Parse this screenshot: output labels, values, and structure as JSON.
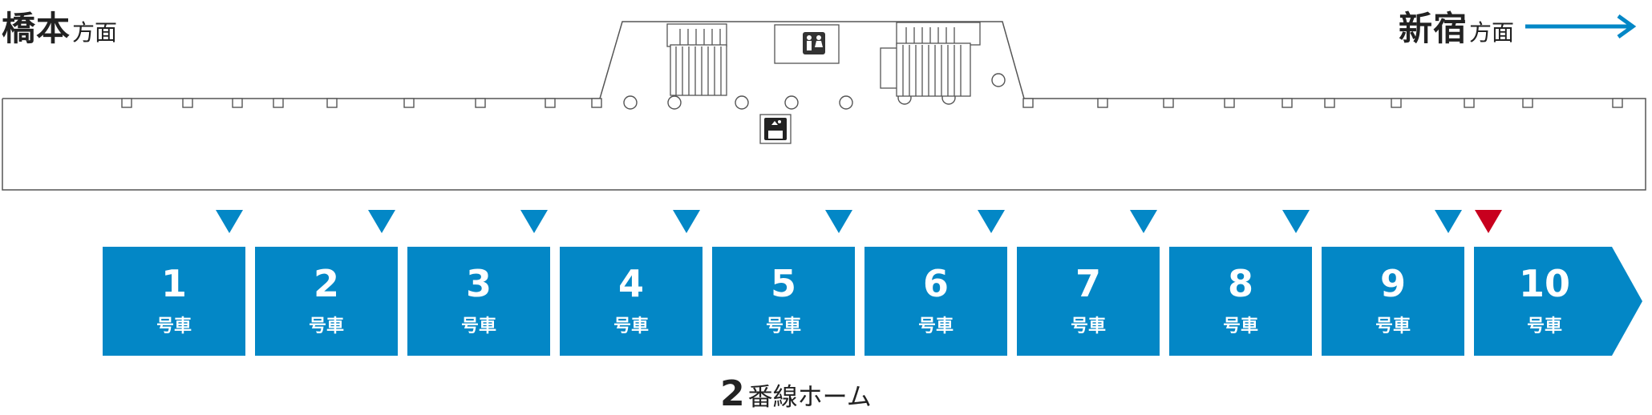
{
  "directions": {
    "left": {
      "name": "橋本",
      "suffix": "方面"
    },
    "right": {
      "name": "新宿",
      "suffix": "方面"
    }
  },
  "cars": [
    {
      "number": "1",
      "label": "号車"
    },
    {
      "number": "2",
      "label": "号車"
    },
    {
      "number": "3",
      "label": "号車"
    },
    {
      "number": "4",
      "label": "号車"
    },
    {
      "number": "5",
      "label": "号車"
    },
    {
      "number": "6",
      "label": "号車"
    },
    {
      "number": "7",
      "label": "号車"
    },
    {
      "number": "8",
      "label": "号車"
    },
    {
      "number": "9",
      "label": "号車"
    },
    {
      "number": "10",
      "label": "号車"
    }
  ],
  "platform": {
    "track_number": "2",
    "suffix": "番線ホーム"
  },
  "colors": {
    "car": "#0387c6",
    "door_marker": "#0387c6",
    "highlight_marker": "#c8001e",
    "line": "#555555"
  },
  "icons": [
    "right-arrow-icon",
    "restroom-icon",
    "elevator-icon",
    "escalator-icon",
    "stairs-icon"
  ]
}
